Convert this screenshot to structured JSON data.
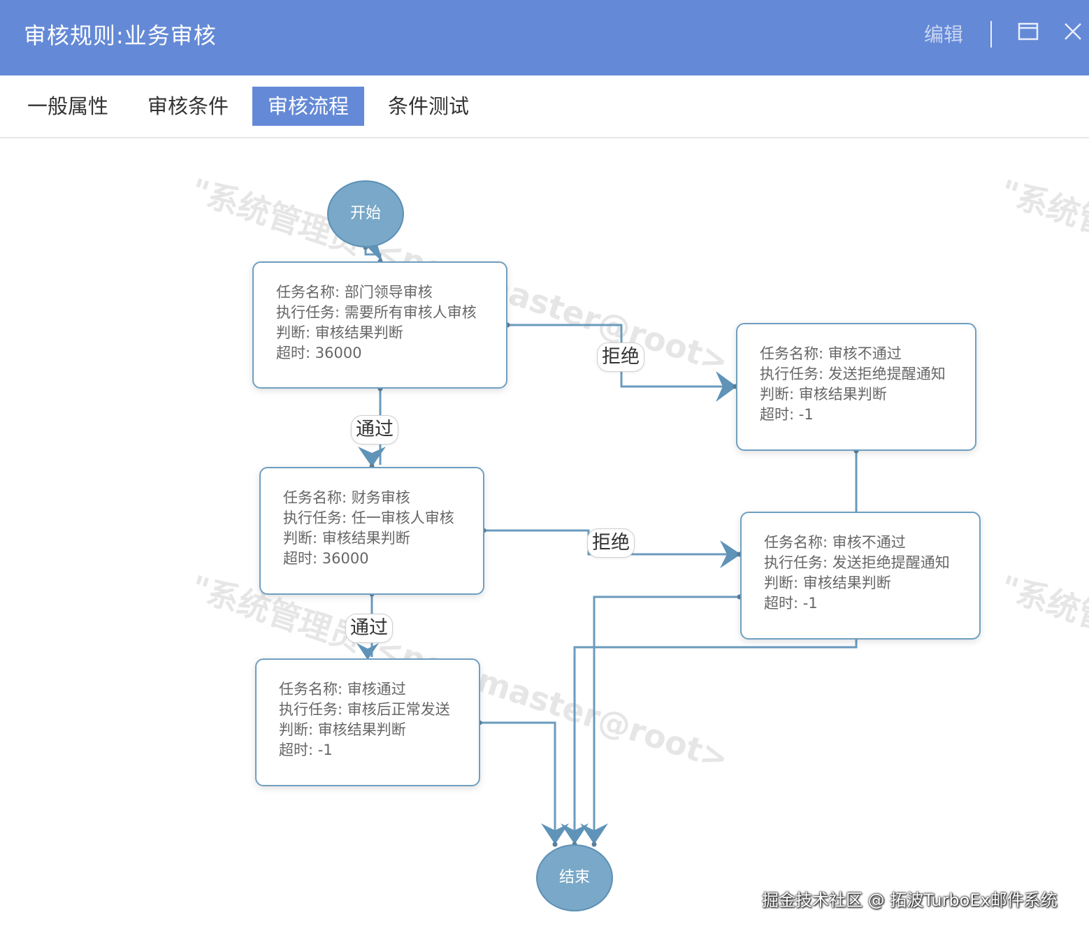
{
  "window": {
    "title": "审核规则:业务审核",
    "edit_label": "编辑",
    "maximize_icon": "window-maximize-icon",
    "close_icon": "close-icon",
    "header_color": "#6489d6"
  },
  "tabs": [
    {
      "label": "一般属性",
      "active": false
    },
    {
      "label": "审核条件",
      "active": false
    },
    {
      "label": "审核流程",
      "active": true
    },
    {
      "label": "条件测试",
      "active": false
    }
  ],
  "flow": {
    "start_label": "开始",
    "end_label": "结束",
    "nodes": [
      {
        "name": "任务名称: 部门领导审核",
        "task": "执行任务: 需要所有审核人审核",
        "judge": "判断: 审核结果判断",
        "timeout": "超时: 36000"
      },
      {
        "name": "任务名称: 审核不通过",
        "task": "执行任务: 发送拒绝提醒通知",
        "judge": "判断: 审核结果判断",
        "timeout": "超时: -1"
      },
      {
        "name": "任务名称: 财务审核",
        "task": "执行任务: 任一审核人审核",
        "judge": "判断: 审核结果判断",
        "timeout": "超时: 36000"
      },
      {
        "name": "任务名称: 审核不通过",
        "task": "执行任务: 发送拒绝提醒通知",
        "judge": "判断: 审核结果判断",
        "timeout": "超时: -1"
      },
      {
        "name": "任务名称: 审核通过",
        "task": "执行任务: 审核后正常发送",
        "judge": "判断: 审核结果判断",
        "timeout": "超时: -1"
      }
    ],
    "edge_labels": {
      "reject_1": "拒绝",
      "pass_1": "通过",
      "reject_2": "拒绝",
      "pass_2": "通过"
    },
    "line_color": "#6a9bbd"
  },
  "watermark": {
    "text": "\"系统管理员\"<postmaster@root>",
    "text_right": "\"系统管"
  },
  "credit": "掘金技术社区 @ 拓波TurboEx邮件系统"
}
